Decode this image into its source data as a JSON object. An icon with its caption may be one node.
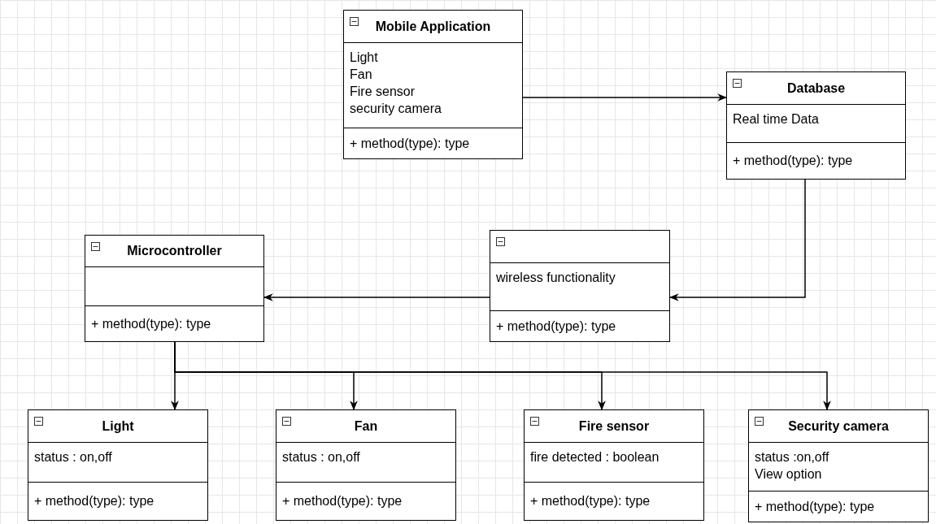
{
  "diagram": {
    "nodes": [
      {
        "text": [
          "Mobile Application",
          "Light",
          "Fan",
          "Fire sensor",
          "security camera",
          "+ method(type): type"
        ]
      },
      {
        "text": [
          "Database",
          "Real time Data",
          "+ method(type): type"
        ]
      },
      {
        "text": [
          "Microcontroller",
          "+ method(type): type"
        ]
      },
      {
        "text": [
          "wireless functionality",
          "+ method(type): type"
        ]
      },
      {
        "text": [
          "Light",
          "status : on,off",
          "+ method(type): type"
        ]
      },
      {
        "text": [
          "Fan",
          "status : on,off",
          "+ method(type): type"
        ]
      },
      {
        "text": [
          "Fire sensor",
          "fire detected : boolean",
          "+ method(type): type"
        ]
      },
      {
        "text": [
          "Security camera",
          "status :on,off",
          "View option",
          "+ method(type): type"
        ]
      }
    ],
    "edges": [
      {
        "from": 0,
        "to": 1,
        "arrow": "to"
      },
      {
        "from": 1,
        "to": 3,
        "arrow": "to"
      },
      {
        "from": 3,
        "to": 2,
        "arrow": "to"
      },
      {
        "from": 2,
        "to": 4,
        "arrow": "to"
      },
      {
        "from": 2,
        "to": 5,
        "arrow": "to"
      },
      {
        "from": 2,
        "to": 6,
        "arrow": "to"
      },
      {
        "from": 2,
        "to": 7,
        "arrow": "to"
      }
    ]
  }
}
